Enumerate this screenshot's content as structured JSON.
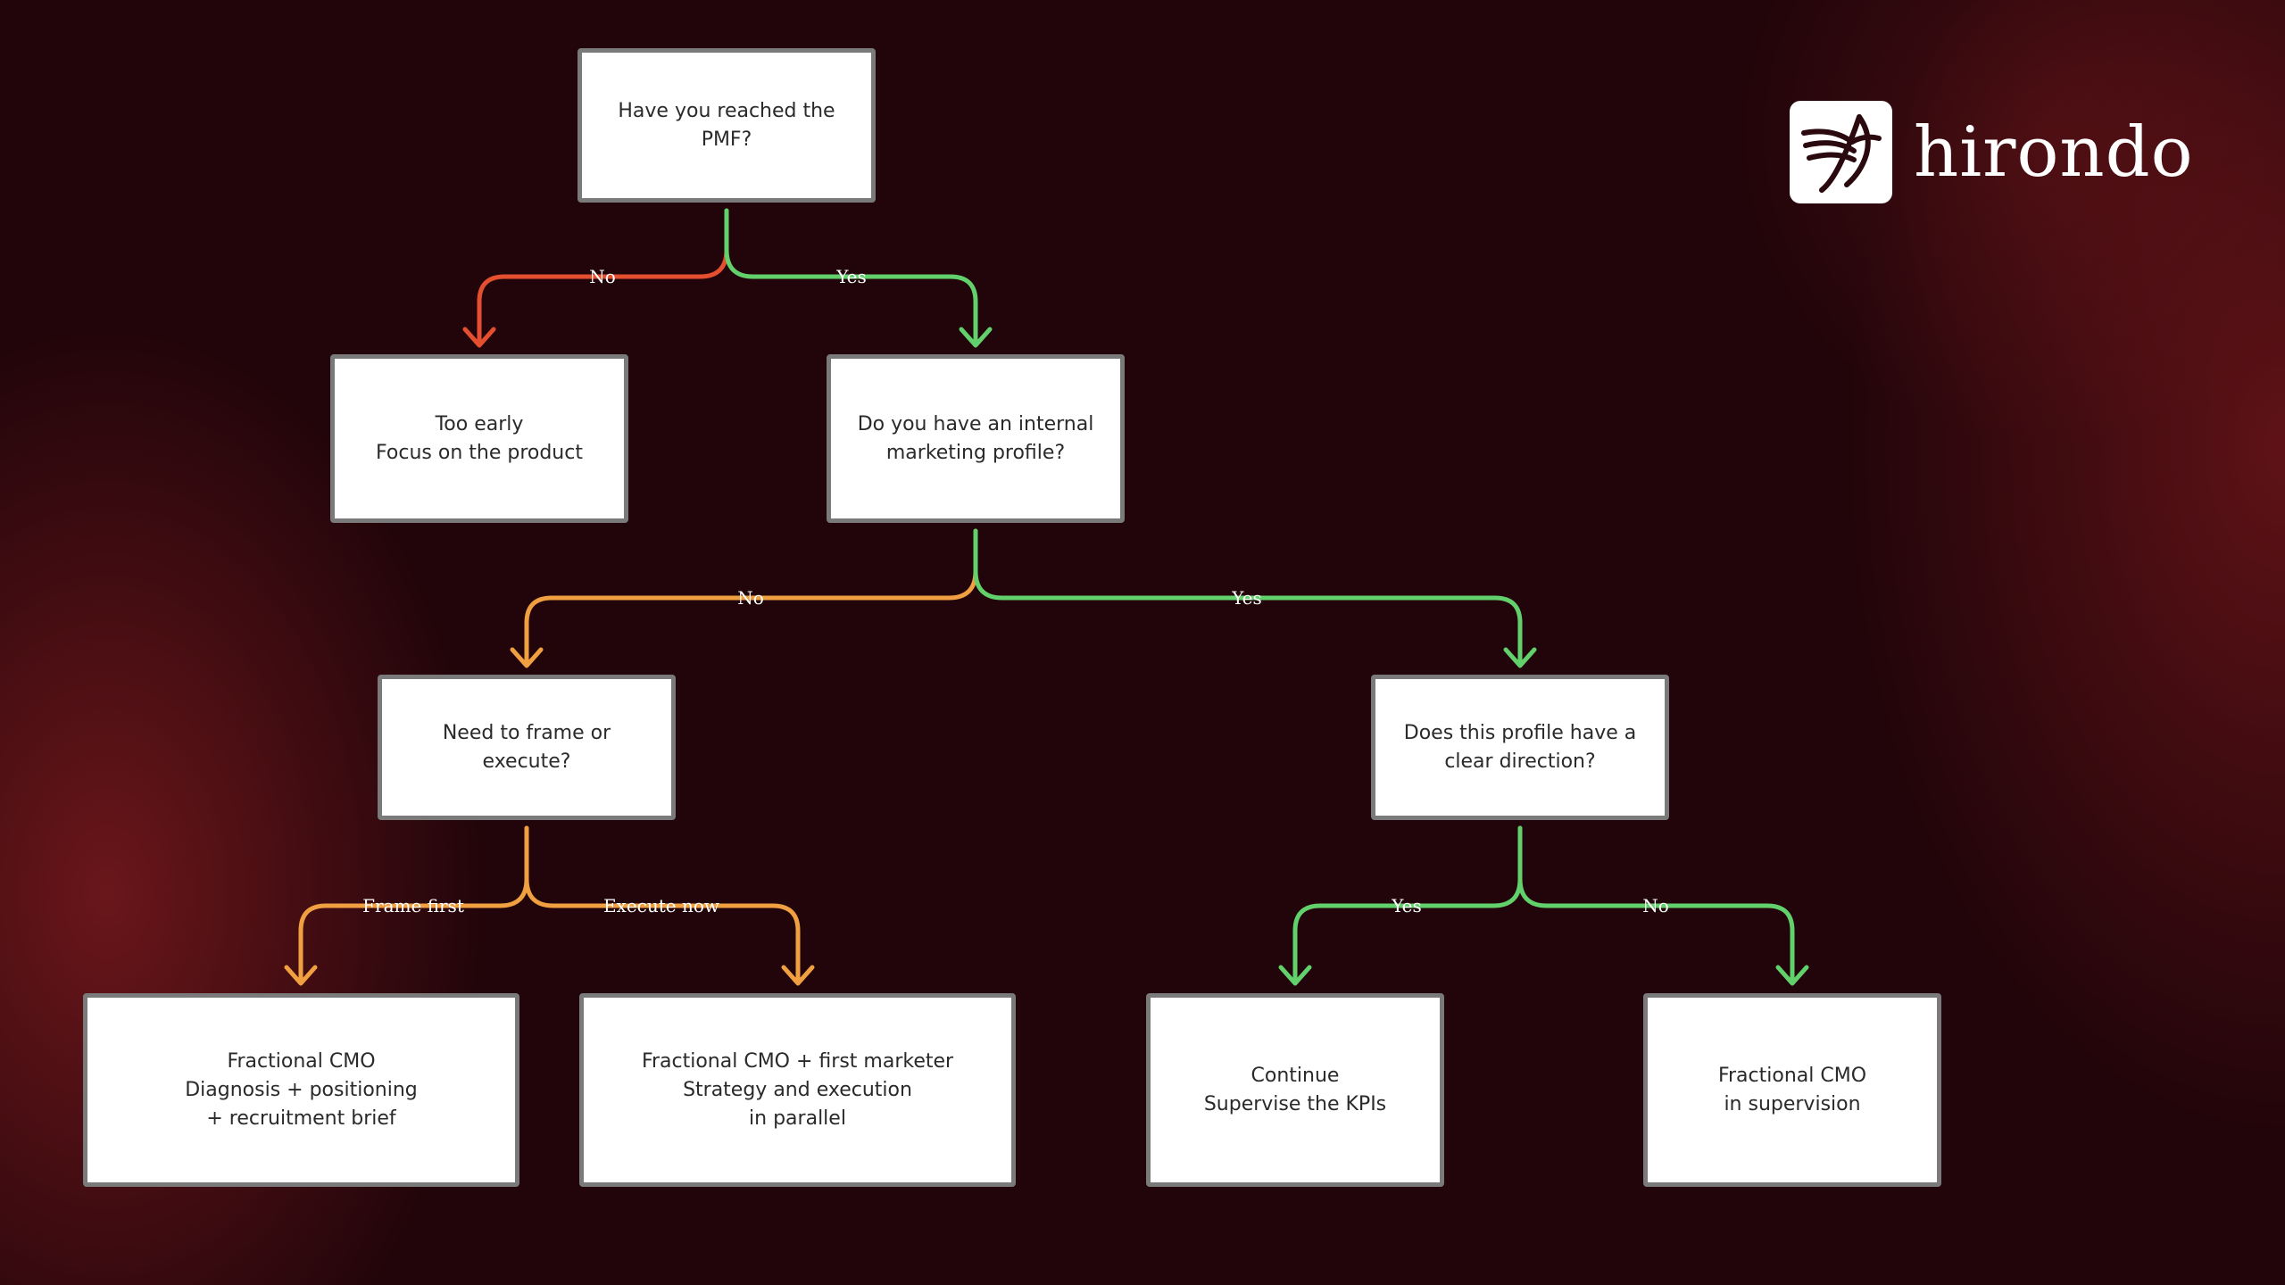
{
  "brand": {
    "name": "hirondo",
    "icon": "swallow-bird-icon"
  },
  "colors": {
    "background": "#22050a",
    "no_red": "#e4502f",
    "yes_green": "#62d16c",
    "orange": "#f0a040",
    "node_border": "#7a7a7a"
  },
  "nodes": {
    "pmf": "Have you reached the\nPMF?",
    "too_early": "Too early\nFocus on the product",
    "internal_profile": "Do you have an internal\nmarketing profile?",
    "frame_or_execute": "Need to frame or execute?",
    "clear_direction": "Does this profile have a\nclear direction?",
    "frac_cmo_diag": "Fractional CMO\nDiagnosis + positioning\n+ recruitment brief",
    "frac_cmo_marketer": "Fractional CMO + first marketer\nStrategy and execution\nin parallel",
    "continue_kpis": "Continue\nSupervise the KPIs",
    "frac_cmo_supervision": "Fractional CMO\nin supervision"
  },
  "edges": {
    "pmf_no": "No",
    "pmf_yes": "Yes",
    "profile_no": "No",
    "profile_yes": "Yes",
    "frame_first": "Frame first",
    "execute_now": "Execute now",
    "direction_yes": "Yes",
    "direction_no": "No"
  }
}
